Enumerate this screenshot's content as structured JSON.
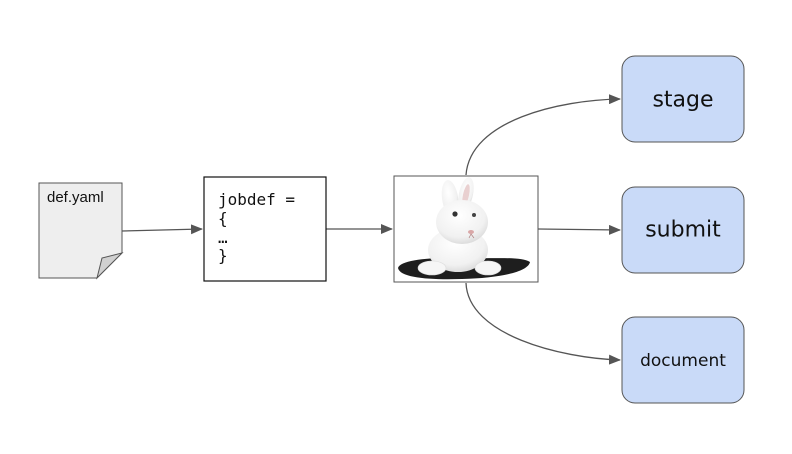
{
  "colors": {
    "node_fill": "#c9daf8",
    "node_stroke": "#555555",
    "file_fill": "#eeeeee",
    "edge": "#555555"
  },
  "source_file": {
    "label": "def.yaml",
    "icon": "document-file-icon"
  },
  "code_box": {
    "lines": [
      "jobdef =",
      "{",
      "…",
      "}"
    ]
  },
  "hub": {
    "icon": "white-rabbit-picture"
  },
  "targets": [
    {
      "label": "stage"
    },
    {
      "label": "submit"
    },
    {
      "label": "document"
    }
  ]
}
